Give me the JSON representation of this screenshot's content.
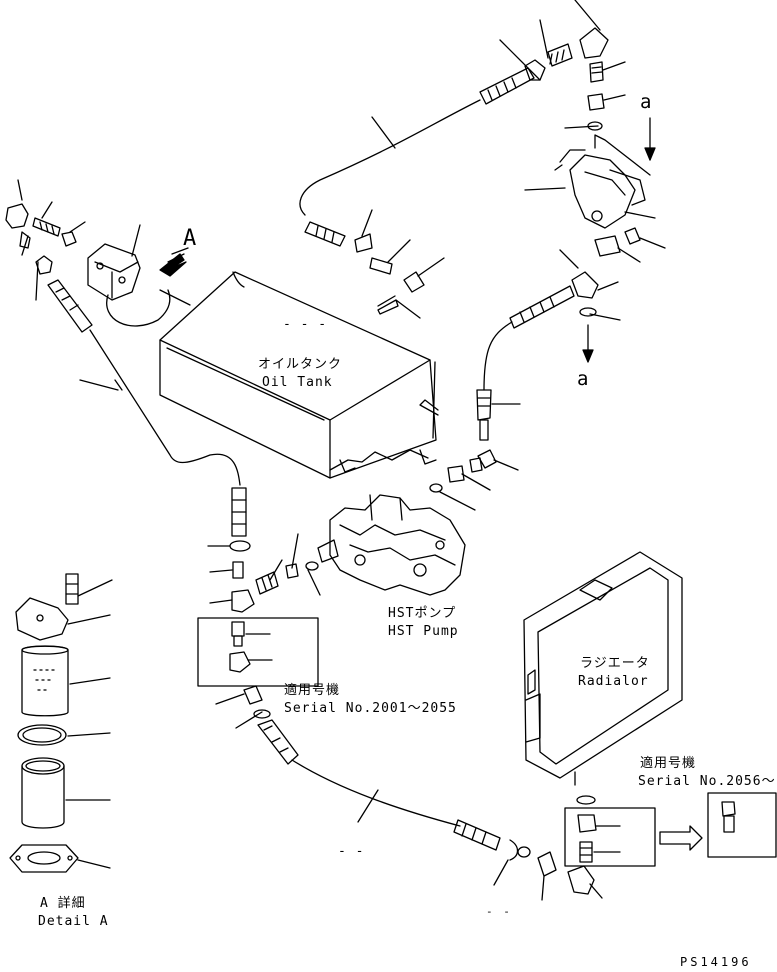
{
  "view_a": "A",
  "cut_a_top": "a",
  "cut_a_bottom": "a",
  "oil_tank": {
    "jp": "オイルタンク",
    "en": "Oil Tank"
  },
  "hst_pump": {
    "jp": "HSTポンプ",
    "en": "HST Pump"
  },
  "radiator": {
    "jp": "ラジエータ",
    "en": "Radialor"
  },
  "serial_1": {
    "jp": "適用号機",
    "en": "Serial No.2001～2055"
  },
  "serial_2": {
    "jp": "適用号機",
    "en": "Serial No.2056～"
  },
  "detail": {
    "jp": "A 詳細",
    "en": "Detail A"
  },
  "drawing_code": "PS14196",
  "tank_marks": "- - -",
  "hose_mark": "- -",
  "small_mark_1": "- -",
  "small_mark_2": "- -"
}
